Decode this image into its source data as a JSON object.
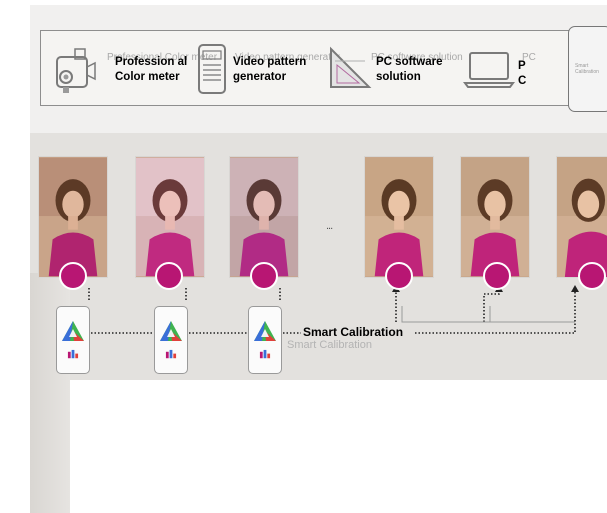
{
  "toolbar": {
    "items": [
      {
        "label": "Profession al Color meter",
        "ghost": "Professional Color meter",
        "icon": "colorimeter-icon"
      },
      {
        "label": "Video pattern generator",
        "ghost": "Video pattern generator",
        "icon": "pattern-generator-icon"
      },
      {
        "label": "PC software solution",
        "ghost": "PC software solution",
        "icon": "pc-software-icon"
      },
      {
        "label": "P C",
        "ghost": "PC",
        "icon": "laptop-icon"
      }
    ],
    "phone_caption": "Smart Calibration"
  },
  "diagram": {
    "ellipsis": "...",
    "smart_calibration_label": "Smart Calibration",
    "smart_calibration_ghost": "Smart Calibration",
    "accent_color": "#b81673"
  }
}
